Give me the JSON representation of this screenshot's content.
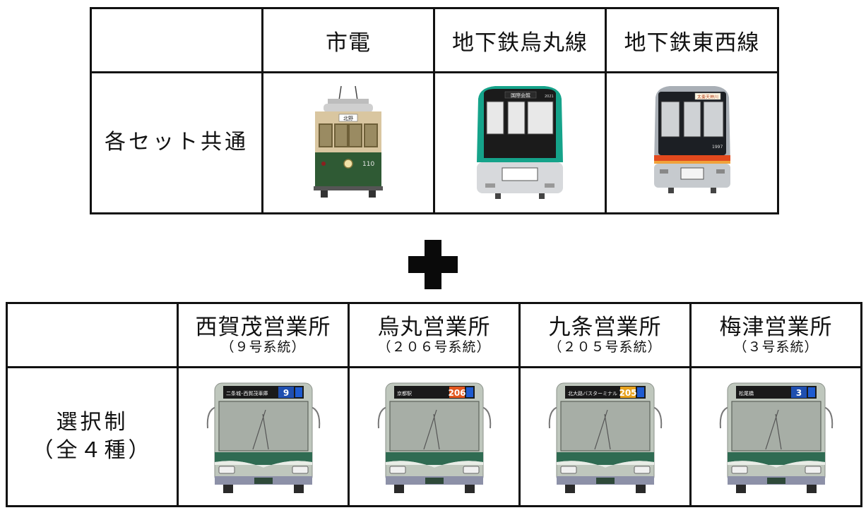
{
  "rail_table": {
    "headers": [
      "市電",
      "地下鉄烏丸線",
      "地下鉄東西線"
    ],
    "row_label": "各セット共通",
    "tram": {
      "number": "110",
      "sign": "北野"
    },
    "karasuma": {
      "destination": "国際会館",
      "number": "2021"
    },
    "tozai": {
      "destination": "太秦天神川",
      "number": "1997"
    }
  },
  "bus_table": {
    "row_label_line1": "選択制",
    "row_label_line2": "（全４種）",
    "columns": [
      {
        "office": "西賀茂営業所",
        "route": "（９号系統）",
        "sign_via": "二条城･西賀茂車庫",
        "sign_number": "9",
        "sign_color": "#1f4fb0"
      },
      {
        "office": "烏丸営業所",
        "route": "（２０６号系統）",
        "sign_via": "京都駅",
        "sign_number": "206",
        "sign_color": "#e2571e"
      },
      {
        "office": "九条営業所",
        "route": "（２０５号系統）",
        "sign_via": "北大路バスターミナル",
        "sign_number": "205",
        "sign_color": "#e7a21e"
      },
      {
        "office": "梅津営業所",
        "route": "（３号系統）",
        "sign_via": "松尾橋",
        "sign_number": "3",
        "sign_color": "#1f4fb0"
      }
    ]
  },
  "colors": {
    "tram_green": "#2f5a34",
    "tram_cream": "#d9c6a0",
    "subway_green": "#15a38a",
    "tozai_red": "#e2491d",
    "bus_body": "#bfc7bd",
    "bus_stripe": "#2f6b52"
  }
}
